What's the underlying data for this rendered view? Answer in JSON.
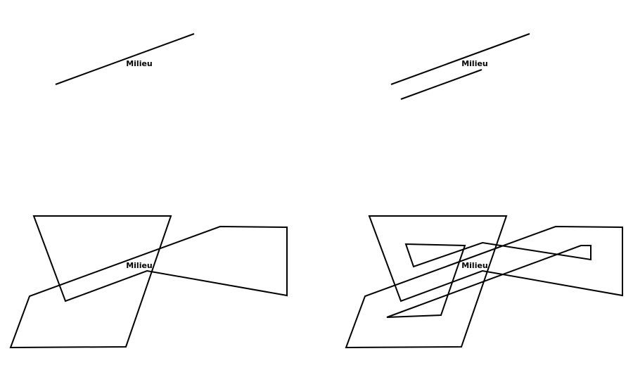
{
  "panels": {
    "top_left": {
      "label": "Milieu"
    },
    "top_right": {
      "label": "Milieu"
    },
    "bottom_left": {
      "label": "Milieu"
    },
    "bottom_right": {
      "label": "Milieu"
    }
  },
  "colors": {
    "stroke": "#000000",
    "background": "#ffffff"
  }
}
